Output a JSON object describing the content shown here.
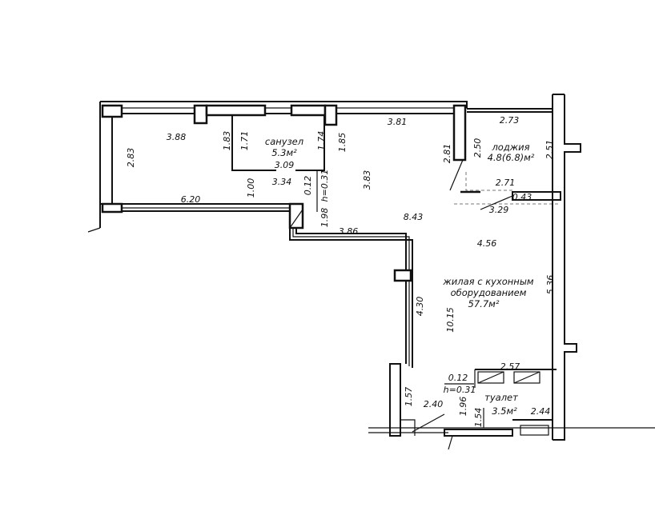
{
  "rooms": {
    "bathroom": {
      "name": "санузел",
      "area": "5.3м²"
    },
    "loggia": {
      "name": "лоджия",
      "area": "4.8(6.8)м²"
    },
    "living": {
      "name_line1": "жилая с кухонным",
      "name_line2": "оборудованием",
      "area": "57.7м²"
    },
    "toilet": {
      "name": "туалет",
      "area": "3.5м²"
    }
  },
  "dimensions": {
    "d388": "3.88",
    "d283": "2.83",
    "d183": "1.83",
    "d171": "1.71",
    "d309": "3.09",
    "d174": "1.74",
    "d185": "1.85",
    "d381": "3.81",
    "d281": "2.81",
    "d250": "2.50",
    "d273": "2.73",
    "d251": "2.51",
    "d271": "2.71",
    "d043": "0.43",
    "d329": "3.29",
    "d100": "1.00",
    "d334": "3.34",
    "d012a": "0.12",
    "h031a": "h=0.31",
    "d383": "3.83",
    "d620": "6.20",
    "d198": "1.98",
    "d843": "8.43",
    "d386": "3.86",
    "d456": "4.56",
    "d536": "5.36",
    "d430": "4.30",
    "d1015": "10.15",
    "d257": "2.57",
    "d012b": "0.12",
    "h031b": "h=0.31",
    "d157": "1.57",
    "d240": "2.40",
    "d196": "1.96",
    "d154": "1.54",
    "d244": "2.44"
  }
}
